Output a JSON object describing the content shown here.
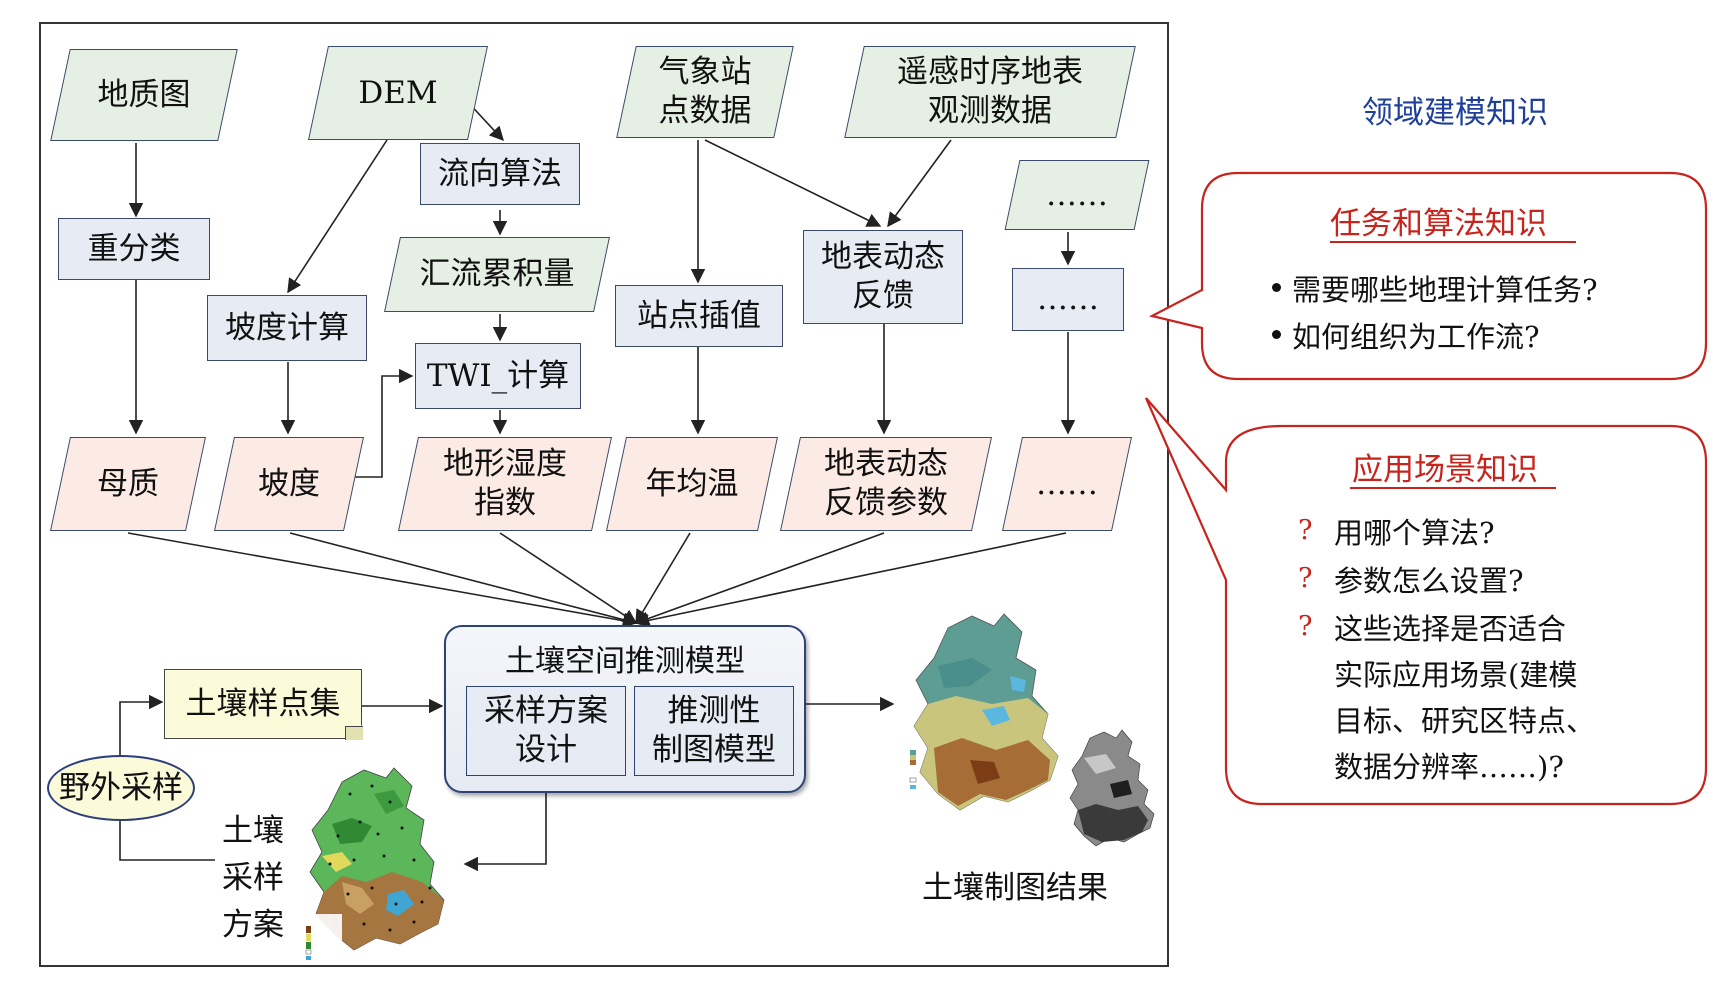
{
  "domain_knowledge_title": "领域建模知识",
  "inputs": {
    "geology_map": "地质图",
    "dem": "DEM",
    "weather_station": "气象站\n点数据",
    "remote_sensing": "遥感时序地表\n观测数据",
    "more": "……"
  },
  "processes": {
    "reclassify": "重分类",
    "flow_direction": "流向算法",
    "slope_calc": "坡度计算",
    "twi_calc": "TWI_计算",
    "station_interp": "站点插值",
    "surface_feedback": "地表动态\n反馈",
    "more": "……"
  },
  "intermediates": {
    "flow_accumulation": "汇流累积量"
  },
  "outputs": {
    "parent_material": "母质",
    "slope": "坡度",
    "twi": "地形湿度\n指数",
    "annual_temp": "年均温",
    "feedback_params": "地表动态\n反馈参数",
    "more": "……"
  },
  "model": {
    "title": "土壤空间推测模型",
    "sampling_design": "采样方案\n设计",
    "inference_model": "推测性\n制图模型"
  },
  "sample_set": "土壤样点集",
  "field_sampling": "野外采样",
  "sampling_plan_label": "土壤\n采样\n方案",
  "mapping_result_label": "土壤制图结果",
  "callout_task": {
    "title": "任务和算法知识",
    "items": [
      "需要哪些地理计算任务?",
      "如何组织为工作流?"
    ]
  },
  "callout_scene": {
    "title": "应用场景知识",
    "q1": "用哪个算法?",
    "q2": "参数怎么设置?",
    "q3": "这些选择是否适合\n实际应用场景(建模\n目标、研究区特点、\n数据分辨率……)?"
  },
  "colors": {
    "input_fill": "#e6efe3",
    "output_fill": "#fbebe4",
    "process_fill": "#e7ebf4",
    "callout_red": "#c8241e",
    "title_blue": "#1e3f9a"
  }
}
